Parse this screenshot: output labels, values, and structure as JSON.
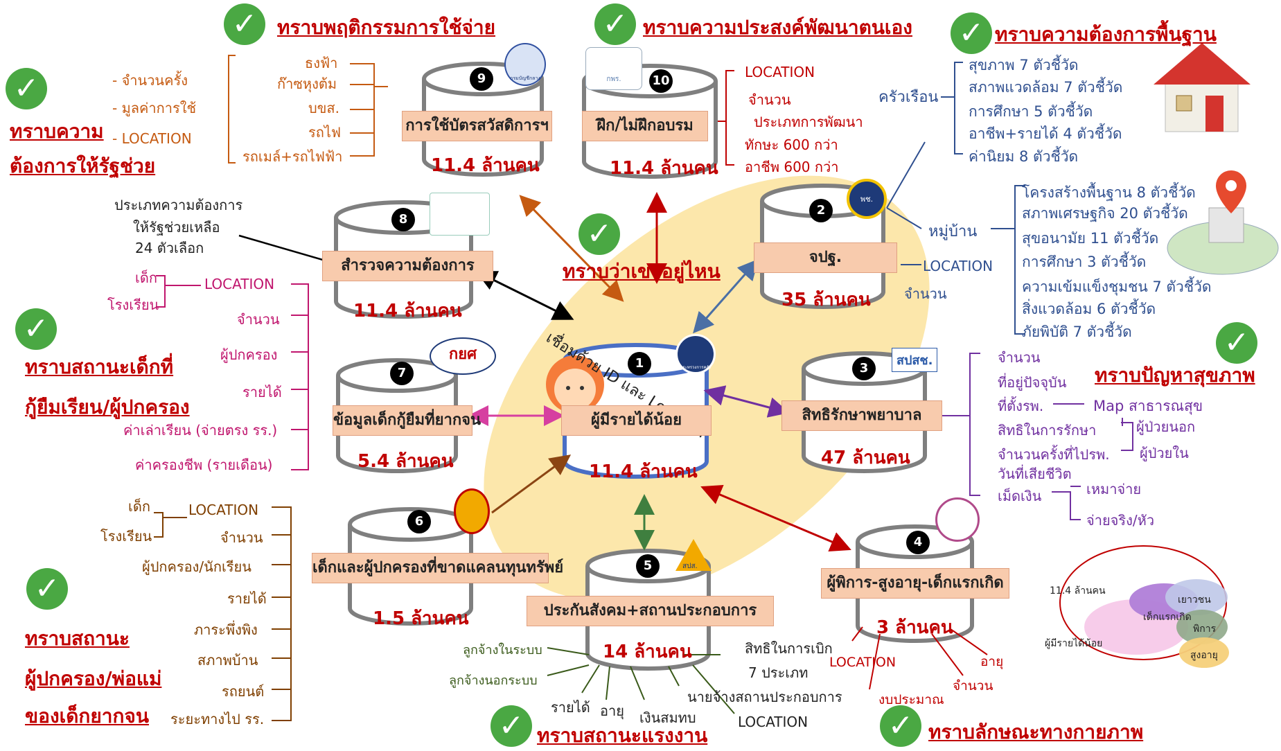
{
  "banner": {
    "center_ellipse_text": "เชื่อมด้วย ID และ Location",
    "where_title": "ทราบว่าเขาอยู่ไหน"
  },
  "headings": {
    "spending": "ทราบพฤติกรรมการใช้จ่าย",
    "self_dev": "ทราบความประสงค์พัฒนาตนเอง",
    "basic_needs": "ทราบความต้องการพื้นฐาน",
    "help_need_1": "ทราบความ",
    "help_need_2": "ต้องการให้รัฐช่วย",
    "student_1": "ทราบสถานะเด็กที่",
    "student_2": "กู้ยืมเรียน/ผู้ปกครอง",
    "health": "ทราบปัญหาสุขภาพ",
    "guardian_1": "ทราบสถานะ",
    "guardian_2": "ผู้ปกครอง/พ่อแม่",
    "guardian_3": "ของเด็กยากจน",
    "labor": "ทราบสถานะแรงงาน",
    "physical": "ทราบลักษณะทางกายภาพ"
  },
  "nodes": {
    "n1": {
      "num": "1",
      "label": "ผู้มีรายได้น้อย",
      "pop": "11.4 ล้านคน"
    },
    "n2": {
      "num": "2",
      "label": "จปฐ.",
      "pop": "35 ล้านคน"
    },
    "n3": {
      "num": "3",
      "label": "สิทธิรักษาพยาบาล",
      "pop": "47 ล้านคน"
    },
    "n4": {
      "num": "4",
      "label": "ผู้พิการ-สูงอายุ-เด็กแรกเกิด",
      "pop": "3 ล้านคน"
    },
    "n5": {
      "num": "5",
      "label": "ประกันสังคม+สถานประกอบการ",
      "pop": "14 ล้านคน"
    },
    "n6": {
      "num": "6",
      "label": "เด็กและผู้ปกครองที่ขาดแคลนทุนทรัพย์",
      "pop": "1.5 ล้านคน"
    },
    "n7": {
      "num": "7",
      "label": "ข้อมูลเด็กกู้ยืมที่ยากจน",
      "pop": "5.4 ล้านคน"
    },
    "n8": {
      "num": "8",
      "label": "สำรวจความต้องการ",
      "pop": "11.4 ล้านคน"
    },
    "n9": {
      "num": "9",
      "label": "การใช้บัตรสวัสดิการฯ",
      "pop": "11.4 ล้านคน"
    },
    "n10": {
      "num": "10",
      "label": "ฝึก/ไม่ฝึกอบรม",
      "pop": "11.4 ล้านคน"
    }
  },
  "logos": {
    "l1": "กระทรวงการคลัง",
    "l2": "พช.",
    "l3": "สปสช.",
    "l5": "สปส.",
    "l7": "กยศ",
    "l9": "กรมบัญชีกลาง",
    "l10": "กพร."
  },
  "spending": {
    "left": [
      "- จำนวนครั้ง",
      "- มูลค่าการใช้",
      "- LOCATION"
    ],
    "right": [
      "ธงฟ้า",
      "ก๊าซหุงต้ม",
      "บขส.",
      "รถไฟ",
      "รถเมล์+รถไฟฟ้า"
    ]
  },
  "training": [
    "LOCATION",
    "จำนวน",
    "ประเภทการพัฒนา",
    "ทักษะ 600 กว่า",
    "อาชีพ 600 กว่า"
  ],
  "household": {
    "title": "ครัวเรือน",
    "items": [
      "สุขภาพ 7 ตัวชี้วัด",
      "สภาพแวดล้อม 7 ตัวชี้วัด",
      "การศึกษา 5 ตัวชี้วัด",
      "อาชีพ+รายได้ 4 ตัวชี้วัด",
      "ค่านิยม 8 ตัวชี้วัด"
    ]
  },
  "village": {
    "title": "หมู่บ้าน",
    "items": [
      "โครงสร้างพื้นฐาน 8 ตัวชี้วัด",
      "สภาพเศรษฐกิจ 20 ตัวชี้วัด",
      "สุขอนามัย 11 ตัวชี้วัด",
      "การศึกษา 3 ตัวชี้วัด",
      "ความเข้มแข็งชุมชน 7 ตัวชี้วัด",
      "สิ่งแวดล้อม 6 ตัวชี้วัด",
      "ภัยพิบัติ 7 ตัวชี้วัด"
    ],
    "location": "LOCATION",
    "count": "จำนวน"
  },
  "survey_note": [
    "ประเภทความต้องการ",
    "ให้รัฐช่วยเหลือ",
    "24 ตัวเลือก"
  ],
  "survey_fields": {
    "left": [
      "เด็ก",
      "โรงเรียน"
    ],
    "location": "LOCATION",
    "right": [
      "จำนวน",
      "ผู้ปกครอง",
      "รายได้",
      "ค่าเล่าเรียน (จ่ายตรง รร.)",
      "ค่าครองชีพ (รายเดือน)"
    ]
  },
  "health": {
    "items": [
      "จำนวน",
      "ที่อยู่ปัจจุบัน",
      "ที่ตั้งรพ.",
      "สิทธิในการรักษา",
      "จำนวนครั้งที่ไปรพ.",
      "วันที่เสียชีวิต",
      "เม็ดเงิน"
    ],
    "map": "Map สาธารณสุข",
    "patient": [
      "ผู้ป่วยนอก",
      "ผู้ป่วยใน"
    ],
    "money": [
      "เหมาจ่าย",
      "จ่ายจริง/หัว"
    ]
  },
  "guardian": {
    "left": [
      "เด็ก",
      "โรงเรียน"
    ],
    "location": "LOCATION",
    "right": [
      "จำนวน",
      "ผู้ปกครอง/นักเรียน",
      "รายได้",
      "ภาระพึ่งพิง",
      "สภาพบ้าน",
      "รถยนต์",
      "ระยะทางไป รร."
    ]
  },
  "social_security": {
    "left": [
      "ลูกจ้างในระบบ",
      "ลูกจ้างนอกระบบ"
    ],
    "bottom": [
      "รายได้",
      "อายุ",
      "เงินสมทบ"
    ],
    "right": [
      "สิทธิในการเบิก",
      "7 ประเภท",
      "นายจ้างสถานประกอบการ",
      "LOCATION"
    ]
  },
  "disabled": {
    "fields": [
      "LOCATION",
      "งบประมาณ",
      "จำนวน",
      "อายุ"
    ]
  },
  "venn": {
    "title": "11.4 ล้านคน",
    "sets": [
      "เยาวชน",
      "เด็กแรกเกิด",
      "พิการ",
      "ผู้มีรายได้น้อย",
      "สูงอายุ"
    ]
  },
  "colors": {
    "heading": "#c00000",
    "check": "#4aa843",
    "label_bg": "#f8cbad",
    "ellipse": "#fbe39c",
    "cyl_stroke": "#7f7f7f"
  }
}
